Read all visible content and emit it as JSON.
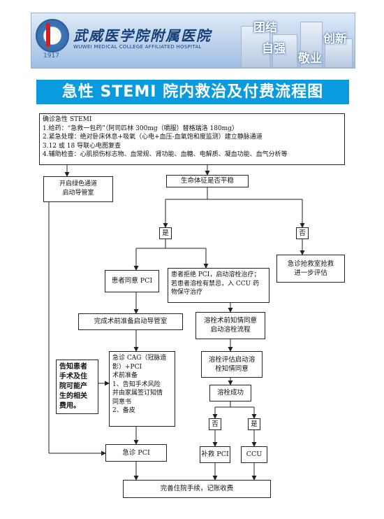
{
  "banner": {
    "title": "武威医学院附属医院",
    "subtitle": "WUWEI MEDICAL COLLEGE AFFILIATED HOSPITAL",
    "logo_year": "1917",
    "motto": [
      "团结",
      "自强",
      "敬业",
      "创新"
    ]
  },
  "heading": "急性 STEMI 院内救治及付费流程图",
  "nodes": {
    "diagnosis": {
      "lines": [
        "确诊急性 STEMI",
        "1.给药：“急救一包药”（阿司匹林 300mg（嚼服）替格瑞洛 180mg）",
        "2.紧急处理：绝对卧床休息+吸氧（心电+血压-血氧饱和度监测）建立静脉通道",
        "3.12 或 18 导联心电图复查",
        "4.辅助检查：心肌损伤标志物、血常规、肾功能、血糖、电解质、凝血功能、血气分析等"
      ]
    },
    "green_channel": {
      "lines": [
        "开启绿色通道",
        "启动导管室"
      ]
    },
    "vital_signs": "生命体征是否平稳",
    "yes_stable": "是",
    "no_stable": "否",
    "er_rescue": {
      "lines": [
        "急诊抢救室抢救",
        "进一步评估"
      ]
    },
    "agree_pci": "患者同意 PCI",
    "refuse_pci": {
      "lines": [
        "患者拒绝 PCI，启动溶栓治疗；",
        "若患者溶栓有禁忌，入 CCU 药",
        "物保守治疗"
      ]
    },
    "prep_cath": "完成术前准备启动导管室",
    "consent_thrombolysis": {
      "lines": [
        "溶栓术前知情同意",
        "启动溶栓流程"
      ]
    },
    "notice_box": {
      "lines": [
        "告知患者",
        "手术及住",
        "院可能产",
        "生的相关",
        "费用。"
      ]
    },
    "cag_box": {
      "lines": [
        "急诊 CAG（冠脉造",
        "影）+PCI",
        "术前准备",
        "1、告知手术风险",
        "并由家属签订知情",
        "同意书",
        "2、备皮"
      ]
    },
    "eval_thrombolysis": {
      "lines": [
        "溶栓评估启动溶",
        "栓知情同意"
      ]
    },
    "thrombolysis_success": "溶栓成功",
    "no_success": "否",
    "yes_success": "是",
    "emergency_pci": "急诊 PCI",
    "rescue_pci": "补救 PCI",
    "ccu": "CCU",
    "admission": "完善住院手续，记账收费"
  }
}
